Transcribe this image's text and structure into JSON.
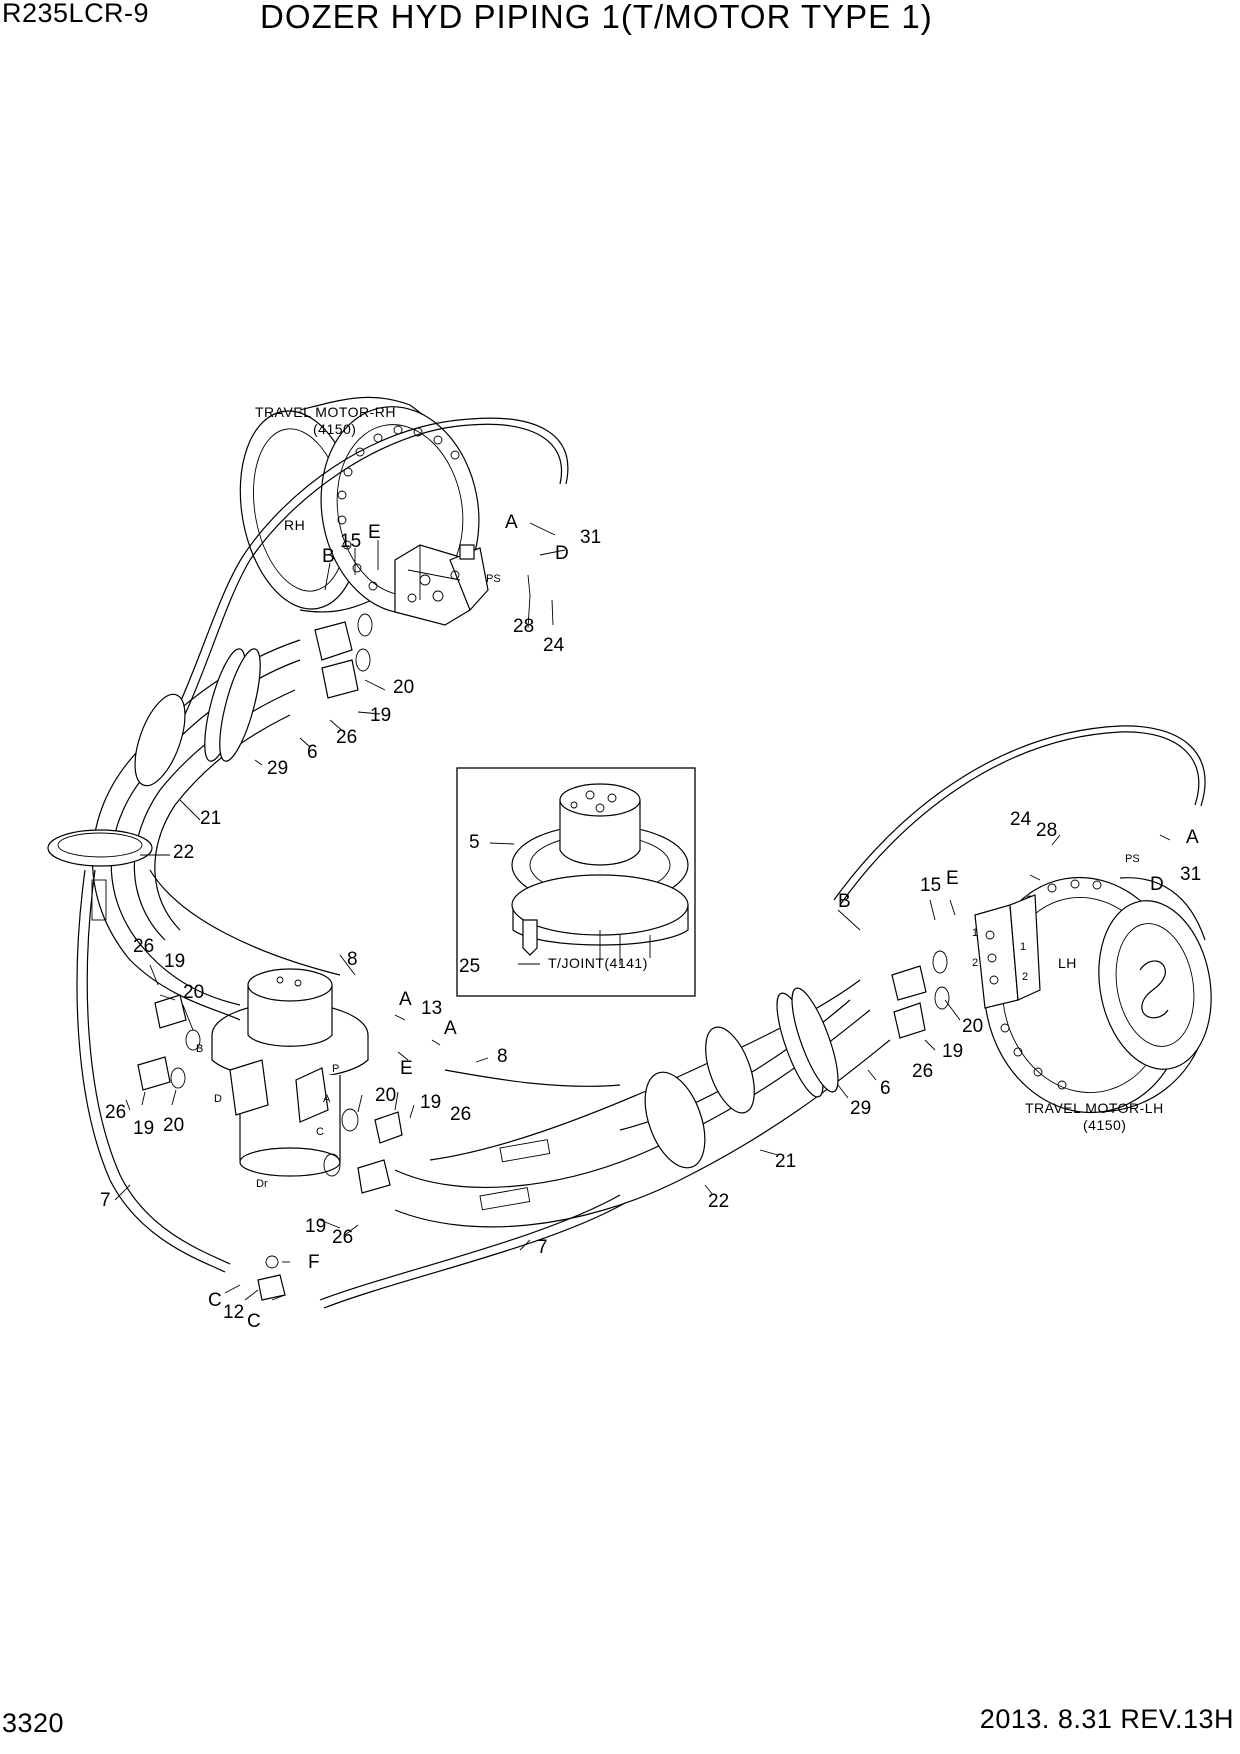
{
  "header": {
    "model": "R235LCR-9",
    "title": "DOZER HYD PIPING 1(T/MOTOR TYPE 1)"
  },
  "footer": {
    "page_number": "3320",
    "revision": "2013. 8.31  REV.13H"
  },
  "captions": {
    "motor_rh_name": "TRAVEL MOTOR-RH",
    "motor_rh_code": "(4150)",
    "motor_lh_name": "TRAVEL MOTOR-LH",
    "motor_lh_code": "(4150)",
    "tjoint": "T/JOINT(4141)",
    "rh_mark": "RH",
    "lh_mark": "LH"
  },
  "ports": [
    "PS",
    "PS",
    "B",
    "D",
    "P",
    "A",
    "C",
    "Dr",
    "1",
    "2",
    "1",
    "2"
  ],
  "callouts": [
    "A",
    "31",
    "D",
    "B",
    "15",
    "E",
    "28",
    "24",
    "20",
    "19",
    "26",
    "6",
    "29",
    "21",
    "22",
    "5",
    "25",
    "24",
    "28",
    "A",
    "31",
    "D",
    "B",
    "15",
    "E",
    "20",
    "19",
    "26",
    "6",
    "29",
    "21",
    "22",
    "8",
    "A",
    "13",
    "A",
    "E",
    "8",
    "26",
    "19",
    "20",
    "26",
    "19",
    "20",
    "20",
    "19",
    "26",
    "19",
    "26",
    "7",
    "7",
    "F",
    "C",
    "12",
    "C"
  ]
}
